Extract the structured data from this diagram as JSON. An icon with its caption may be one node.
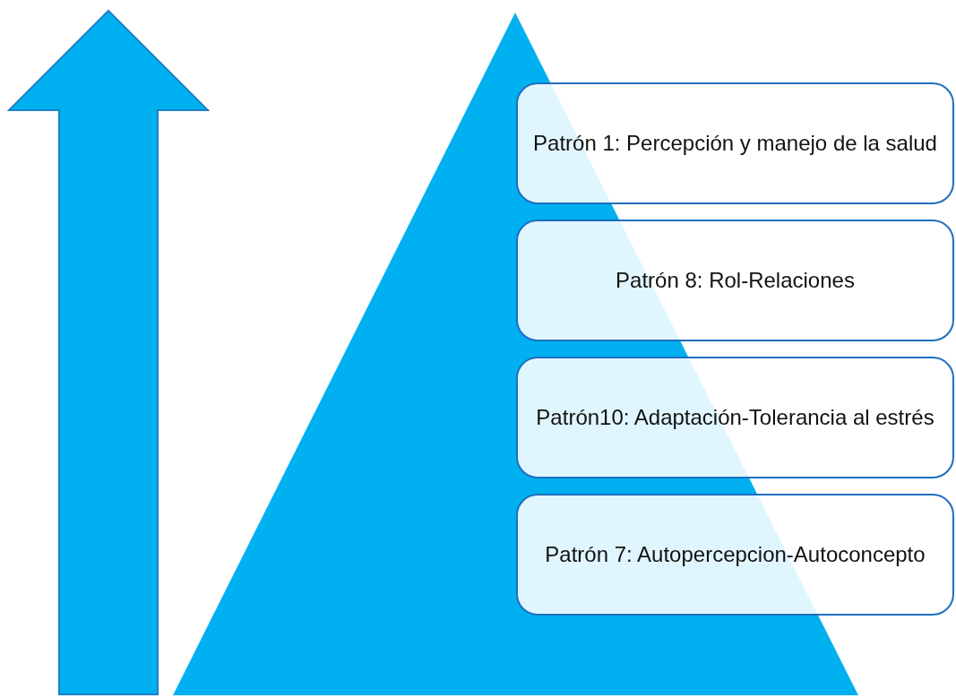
{
  "diagram": {
    "nodes": [
      {
        "text": [
          "Patrón 1: Percepción y manejo de la salud"
        ]
      },
      {
        "text": [
          "Patrón 8: Rol-Relaciones"
        ]
      },
      {
        "text": [
          "Patrón10: Adaptación-Tolerancia al estrés"
        ]
      },
      {
        "text": [
          "Patrón 7: Autopercepcion-Autoconcepto"
        ]
      }
    ]
  }
}
